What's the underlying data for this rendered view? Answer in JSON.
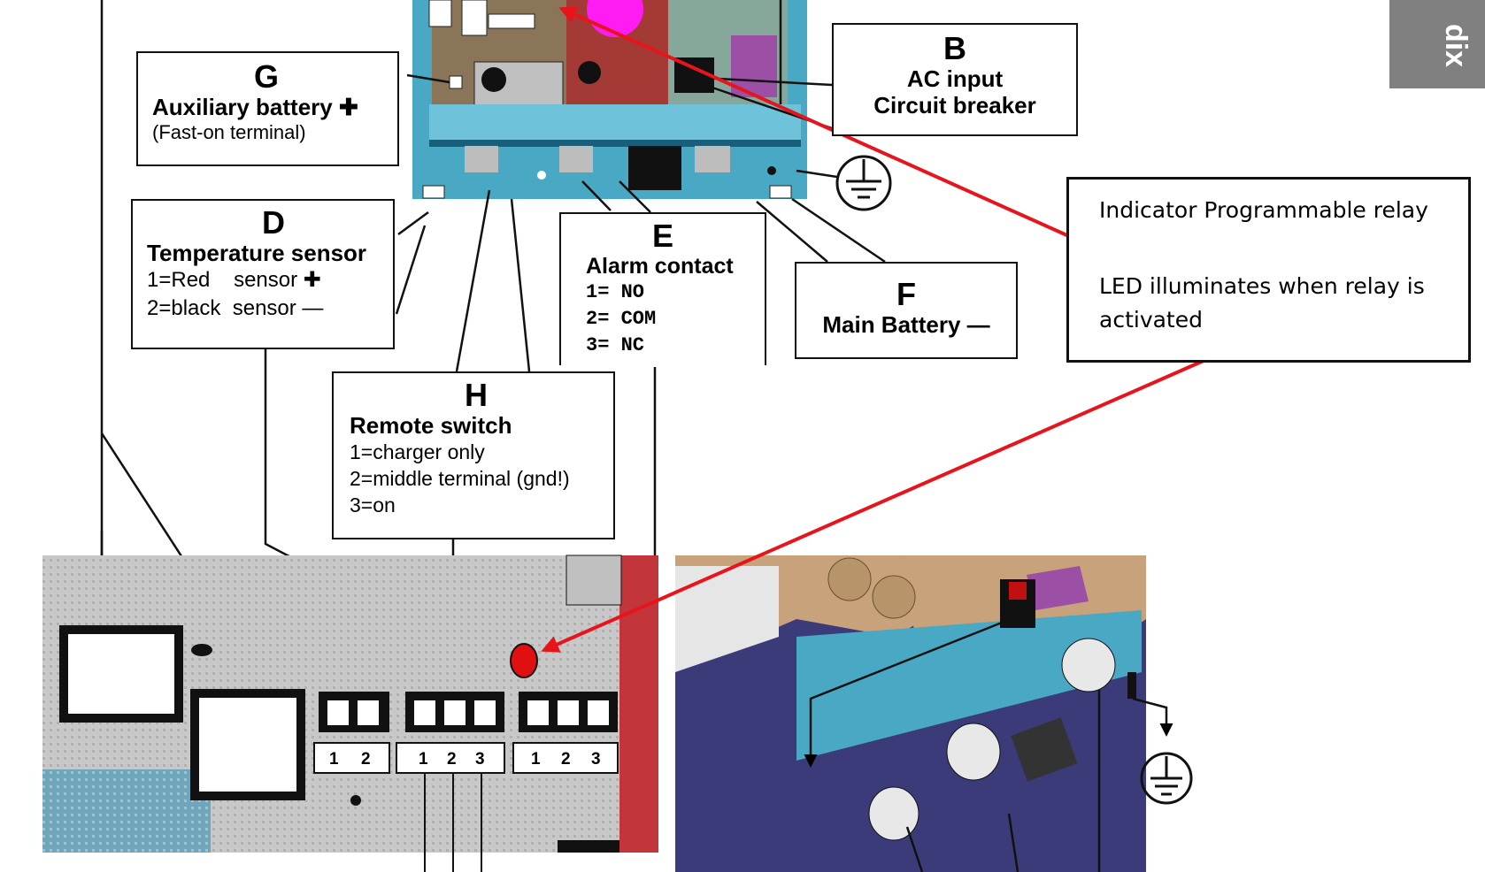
{
  "page_tab": "dix",
  "labels": {
    "G": {
      "letter": "G",
      "title": "Auxiliary battery ✚",
      "sub": "(Fast-on terminal)"
    },
    "B": {
      "letter": "B",
      "line1": "AC input",
      "line2": "Circuit breaker"
    },
    "D": {
      "letter": "D",
      "title": "Temperature sensor",
      "line1": "1=Red    sensor ✚",
      "line2": "2=black  sensor —"
    },
    "E": {
      "letter": "E",
      "title": "Alarm contact",
      "line1": "1=  NO",
      "line2": "2=  COM",
      "line3": "3=  NC"
    },
    "F": {
      "letter": "F",
      "title": "Main Battery —"
    },
    "H": {
      "letter": "H",
      "title": "Remote switch",
      "line1": "1=charger only",
      "line2": "2=middle terminal (gnd!)",
      "line3": "3=on"
    }
  },
  "indicator": {
    "line1": "Indicator Programmable relay",
    "line2": "LED illuminates when relay is activated"
  },
  "terminals": {
    "temp": [
      "1",
      "2"
    ],
    "remote": [
      "1",
      "2",
      "3"
    ],
    "alarm": [
      "1",
      "2",
      "3"
    ]
  },
  "colors": {
    "arrow": "#e8141c",
    "panel": "#49a9c4",
    "board_gray": "#c9c9c9",
    "board_red": "#c2353b",
    "led": "#e01010"
  }
}
